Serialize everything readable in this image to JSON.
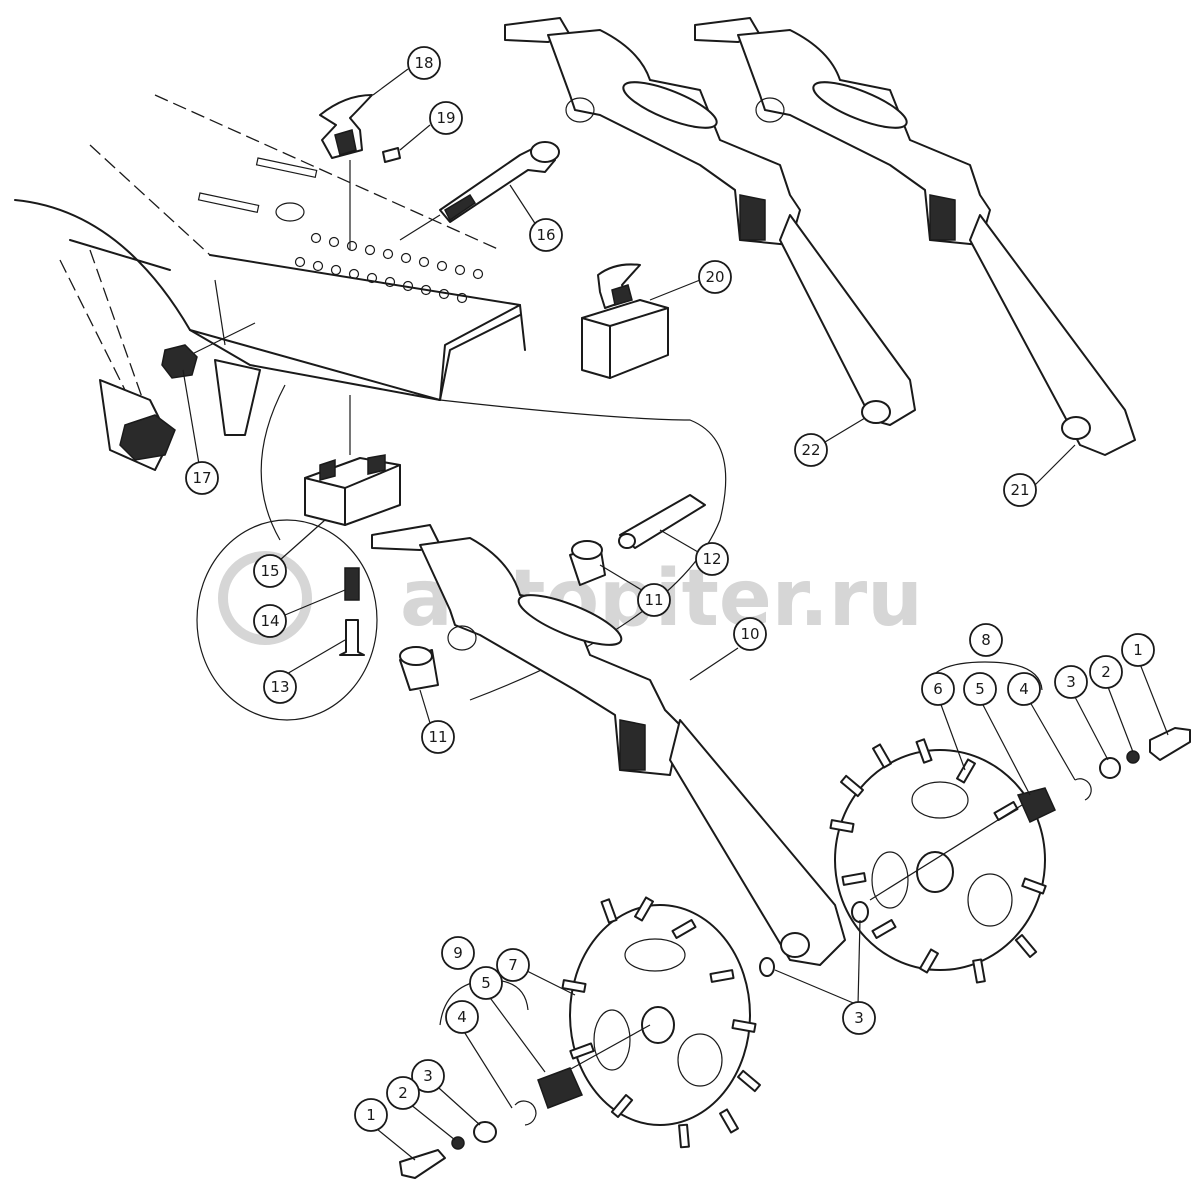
{
  "watermark": {
    "text": "autopiter.ru",
    "logo_letters": "a>",
    "color": "#d6d6d6"
  },
  "callouts": [
    "18",
    "19",
    "16",
    "20",
    "17",
    "22",
    "21",
    "15",
    "14",
    "13",
    "12",
    "11",
    "11",
    "10",
    "8",
    "6",
    "5",
    "4",
    "3",
    "2",
    "1",
    "9",
    "7",
    "5",
    "4",
    "3",
    "2",
    "1",
    "3"
  ],
  "icons": [
    "bracket-brace-8",
    "bracket-brace-9"
  ]
}
